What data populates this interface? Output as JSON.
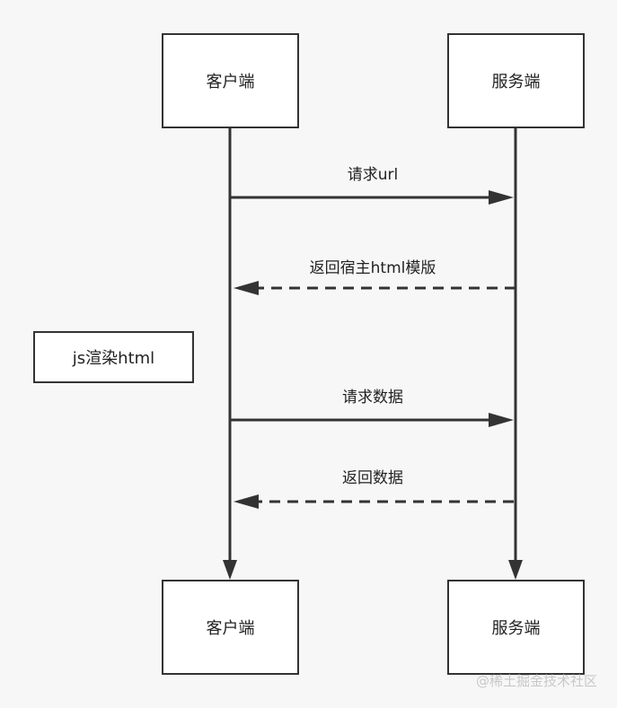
{
  "participants": {
    "client_top": "客户端",
    "server_top": "服务端",
    "client_bottom": "客户端",
    "server_bottom": "服务端"
  },
  "messages": [
    {
      "label": "请求url",
      "direction": "client-to-server",
      "style": "solid"
    },
    {
      "label": "返回宿主html模版",
      "direction": "server-to-client",
      "style": "dashed"
    },
    {
      "label": "请求数据",
      "direction": "client-to-server",
      "style": "solid"
    },
    {
      "label": "返回数据",
      "direction": "server-to-client",
      "style": "dashed"
    }
  ],
  "note": "js渲染html",
  "watermark": "@稀土掘金技术社区",
  "colors": {
    "line": "#333333",
    "box_border": "#333333",
    "box_fill": "#ffffff",
    "background": "#f7f7f7"
  }
}
